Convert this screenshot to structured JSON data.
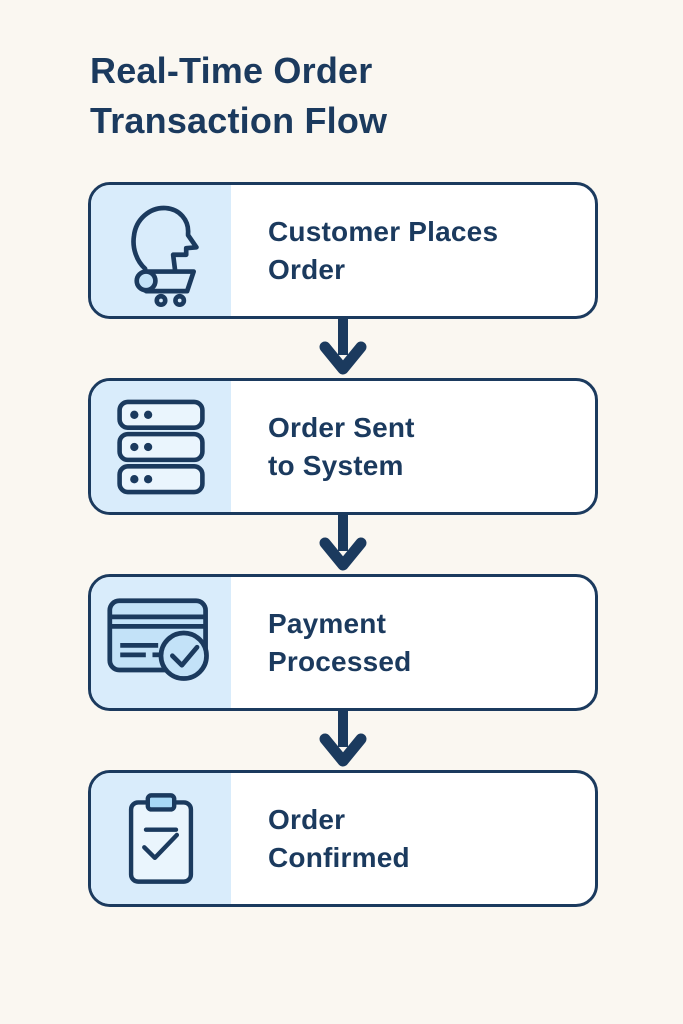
{
  "title": "Real-Time Order Transaction Flow",
  "title_lines": [
    "Real-Time Order",
    "Transaction Flow"
  ],
  "steps": [
    {
      "line1": "Customer Places",
      "line2": "Order",
      "icon": "customer-cart-icon"
    },
    {
      "line1": "Order Sent",
      "line2": "to System",
      "icon": "server-stack-icon"
    },
    {
      "line1": "Payment",
      "line2": "Processed",
      "icon": "credit-card-check-icon"
    },
    {
      "line1": "Order",
      "line2": "Confirmed",
      "icon": "clipboard-check-icon"
    }
  ],
  "colors": {
    "background": "#FAF7F1",
    "navy": "#1B3A5E",
    "panel_blue": "#D9ECFB",
    "icon_fill_light": "#EAF5FD",
    "icon_fill_mid": "#C3E2F8",
    "clip_fill": "#A7D8F6",
    "card_bg": "#FFFFFF"
  }
}
